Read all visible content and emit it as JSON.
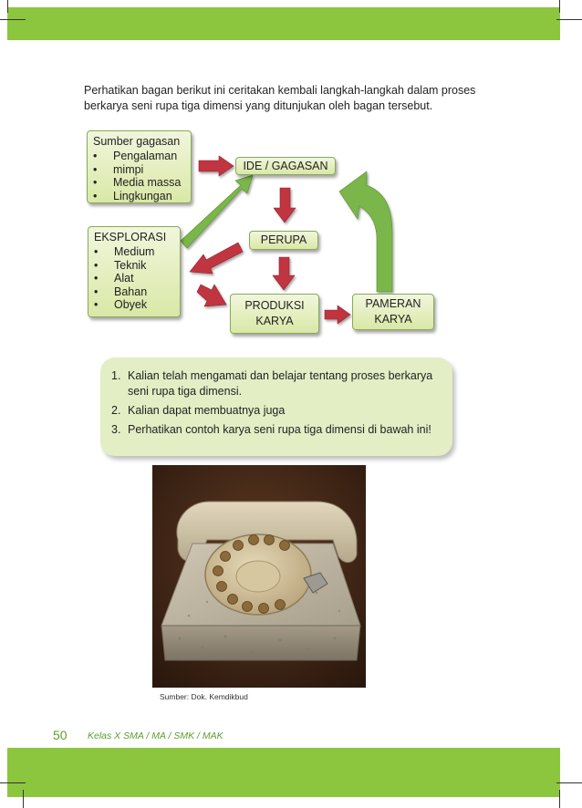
{
  "intro": {
    "line1": "Perhatikan bagan berikut ini ceritakan kembali langkah-langkah dalam proses",
    "line2": "berkarya seni rupa tiga dimensi yang ditunjukan oleh bagan tersebut."
  },
  "diagram": {
    "sumber": {
      "title": "Sumber gagasan",
      "items": [
        "Pengalaman",
        "mimpi",
        "Media massa",
        "Lingkungan"
      ]
    },
    "ide": "IDE / GAGASAN",
    "eksplorasi": {
      "title": "EKSPLORASI",
      "items": [
        "Medium",
        "Teknik",
        "Alat",
        "Bahan",
        "Obyek"
      ]
    },
    "perupa": "PERUPA",
    "produksi": {
      "line1": "PRODUKSI",
      "line2": "KARYA"
    },
    "pameran": {
      "line1": "PAMERAN",
      "line2": "KARYA"
    },
    "bullet": "•",
    "arrow_color": "#c0343f",
    "green_arrow_color": "#7ab648"
  },
  "steps": [
    {
      "num": "1.",
      "line1": "Kalian telah mengamati dan belajar tentang proses berkarya",
      "line2": "seni rupa tiga dimensi."
    },
    {
      "num": "2.",
      "line1": "Kalian dapat membuatnya juga"
    },
    {
      "num": "3.",
      "line1": "Perhatikan contoh karya seni rupa tiga dimensi di bawah ini!"
    }
  ],
  "photo": {
    "caption": "Sumber: Dok. Kemdikbud"
  },
  "footer": {
    "page_number": "50",
    "text": "Kelas X SMA / MA / SMK / MAK"
  },
  "colors": {
    "band": "#8cc63f",
    "node_border": "#8aa85a",
    "info_bg": "#e3eec5",
    "footer_text": "#5c9e2c"
  }
}
